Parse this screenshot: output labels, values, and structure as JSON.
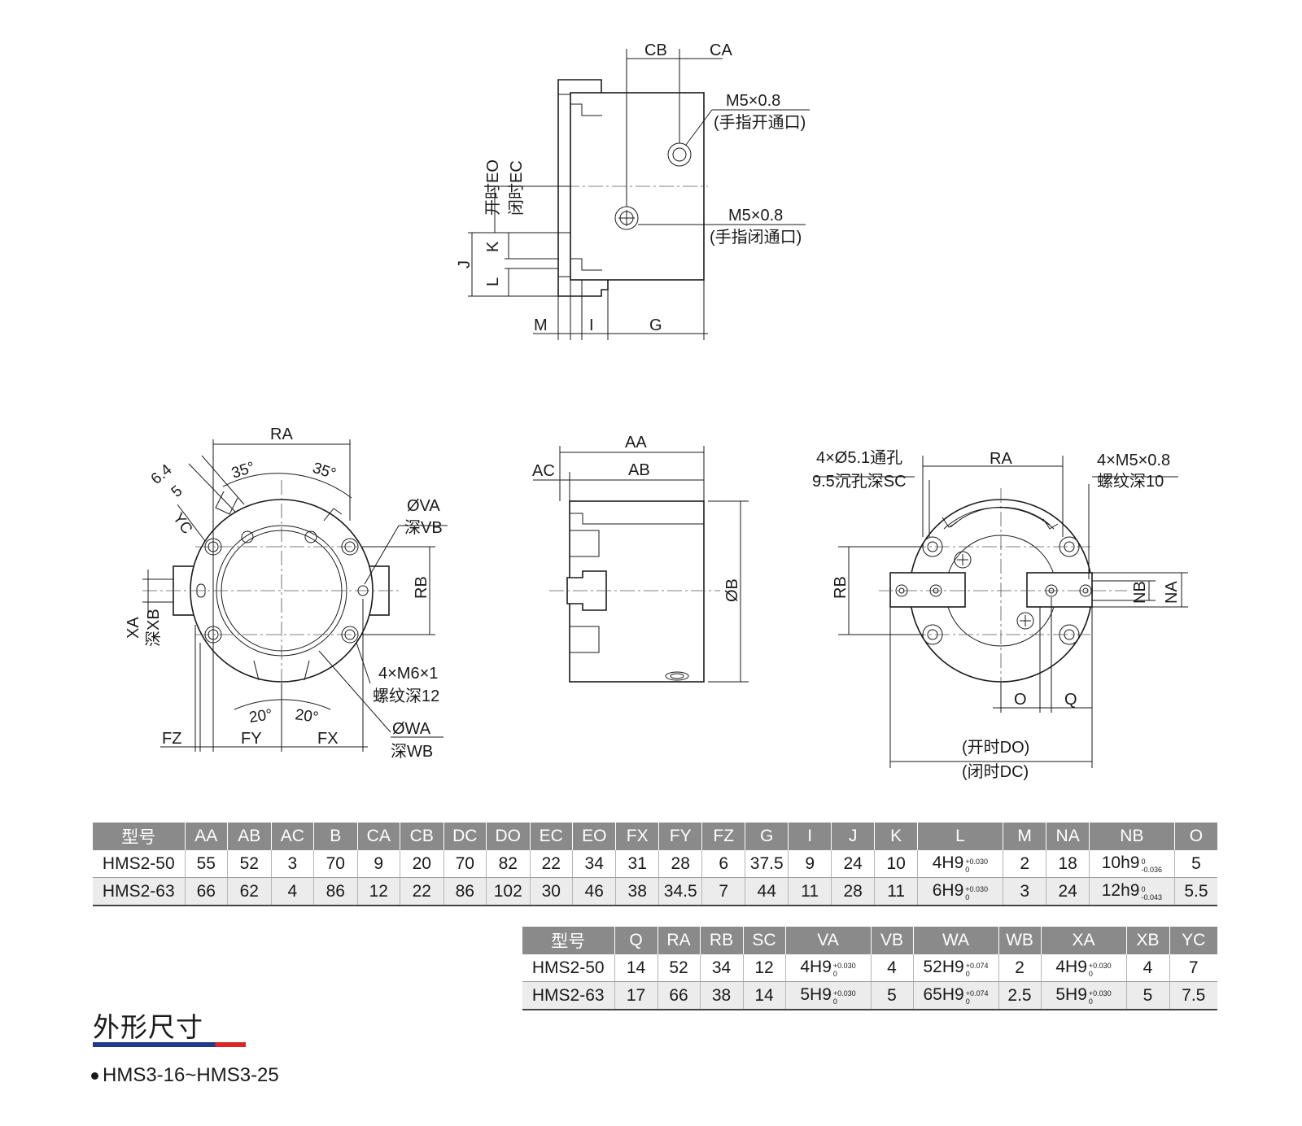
{
  "drawing": {
    "top_view": {
      "dim_cb": "CB",
      "dim_ca": "CA",
      "port_open_thread": "M5×0.8",
      "port_open_note": "(手指开通口)",
      "port_close_thread": "M5×0.8",
      "port_close_note": "(手指闭通口)",
      "label_open": "开时EO",
      "label_close": "闭时EC",
      "dim_j": "J",
      "dim_k": "K",
      "dim_l": "L",
      "dim_m": "M",
      "dim_i": "I",
      "dim_g": "G"
    },
    "left_view": {
      "dim_ra": "RA",
      "dim_64": "6.4",
      "dim_5": "5",
      "angle_a": "35°",
      "angle_b": "35°",
      "dim_yc": "YC",
      "dim_va": "ØVA",
      "dim_vb": "深VB",
      "dim_rb": "RB",
      "dim_xa": "XA",
      "dim_xb": "深XB",
      "thread": "4×M6×1",
      "thread_depth": "螺纹深12",
      "angle_c": "20°",
      "angle_d": "20°",
      "dim_wa": "ØWA",
      "dim_wb": "深WB",
      "dim_fz": "FZ",
      "dim_fy": "FY",
      "dim_fx": "FX"
    },
    "middle_view": {
      "dim_aa": "AA",
      "dim_ac": "AC",
      "dim_ab": "AB",
      "dim_b": "ØB"
    },
    "right_view": {
      "hole": "4×Ø5.1通孔",
      "counterbore": "9.5沉孔深SC",
      "dim_ra": "RA",
      "thread": "4×M5×0.8",
      "thread_depth": "螺纹深10",
      "dim_rb": "RB",
      "dim_nb": "NB",
      "dim_na": "NA",
      "dim_o": "O",
      "dim_q": "Q",
      "open_label": "(开时DO)",
      "close_label": "(闭时DC)"
    }
  },
  "table1": {
    "headers": [
      "型号",
      "AA",
      "AB",
      "AC",
      "B",
      "CA",
      "CB",
      "DC",
      "DO",
      "EC",
      "EO",
      "FX",
      "FY",
      "FZ",
      "G",
      "I",
      "J",
      "K",
      "L",
      "M",
      "NA",
      "NB",
      "O"
    ],
    "rows": [
      [
        "HMS2-50",
        "55",
        "52",
        "3",
        "70",
        "9",
        "20",
        "70",
        "82",
        "22",
        "34",
        "31",
        "28",
        "6",
        "37.5",
        "9",
        "24",
        "10",
        "4H9",
        "2",
        "18",
        "10h9",
        "5"
      ],
      [
        "HMS2-63",
        "66",
        "62",
        "4",
        "86",
        "12",
        "22",
        "86",
        "102",
        "30",
        "46",
        "38",
        "34.5",
        "7",
        "44",
        "11",
        "28",
        "11",
        "6H9",
        "3",
        "24",
        "12h9",
        "5.5"
      ]
    ],
    "tolerances": {
      "L": [
        "+0.030",
        "0"
      ],
      "NB_50": [
        "0",
        "-0.036"
      ],
      "NB_63": [
        "0",
        "-0.043"
      ]
    }
  },
  "table2": {
    "headers": [
      "型号",
      "Q",
      "RA",
      "RB",
      "SC",
      "VA",
      "VB",
      "WA",
      "WB",
      "XA",
      "XB",
      "YC"
    ],
    "rows": [
      [
        "HMS2-50",
        "14",
        "52",
        "34",
        "12",
        "4H9",
        "4",
        "52H9",
        "2",
        "4H9",
        "4",
        "7"
      ],
      [
        "HMS2-63",
        "17",
        "66",
        "38",
        "14",
        "5H9",
        "5",
        "65H9",
        "2.5",
        "5H9",
        "5",
        "7.5"
      ]
    ],
    "tolerances": {
      "H9_small": [
        "+0.030",
        "0"
      ],
      "H9_large": [
        "+0.074",
        "0"
      ]
    }
  },
  "section": {
    "title": "外形尺寸",
    "model": "HMS3-16~HMS3-25"
  }
}
